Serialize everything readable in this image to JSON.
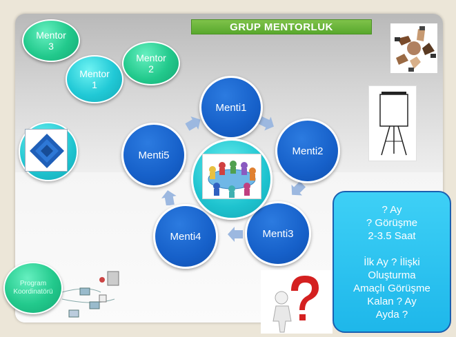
{
  "title": "GRUP MENTORLUK",
  "mentors": [
    {
      "label_line1": "Mentor",
      "label_line2": "3"
    },
    {
      "label_line1": "Mentor",
      "label_line2": "2"
    },
    {
      "label_line1": "Mentor",
      "label_line2": "1"
    }
  ],
  "mentees": [
    "Menti1",
    "Menti2",
    "Menti3",
    "Menti4",
    "Menti5"
  ],
  "info_box": {
    "line1": "? Ay",
    "line2": "? Görüşme",
    "line3": "2-3.5 Saat",
    "line4": "İlk Ay ? İlişki",
    "line5": "Oluşturma",
    "line6": "Amaçlı Görüşme",
    "line7": "Kalan ? Ay",
    "line8": "Ayda ?"
  },
  "coordinator": {
    "line1": "Program",
    "line2": "Koordinatörü"
  },
  "colors": {
    "menti_blue": "#1660c9",
    "mentor_green": "#22c98c",
    "mentor_cyan": "#21c9d6",
    "title_green": "#58a82d",
    "info_cyan": "#1eb7ea",
    "arrow_blue": "#9cb8e0"
  },
  "icons": [
    "handshake-circle-image",
    "flipchart-icon",
    "document-icon",
    "meeting-table-image",
    "question-mark-person-image",
    "org-chart-sketch"
  ]
}
